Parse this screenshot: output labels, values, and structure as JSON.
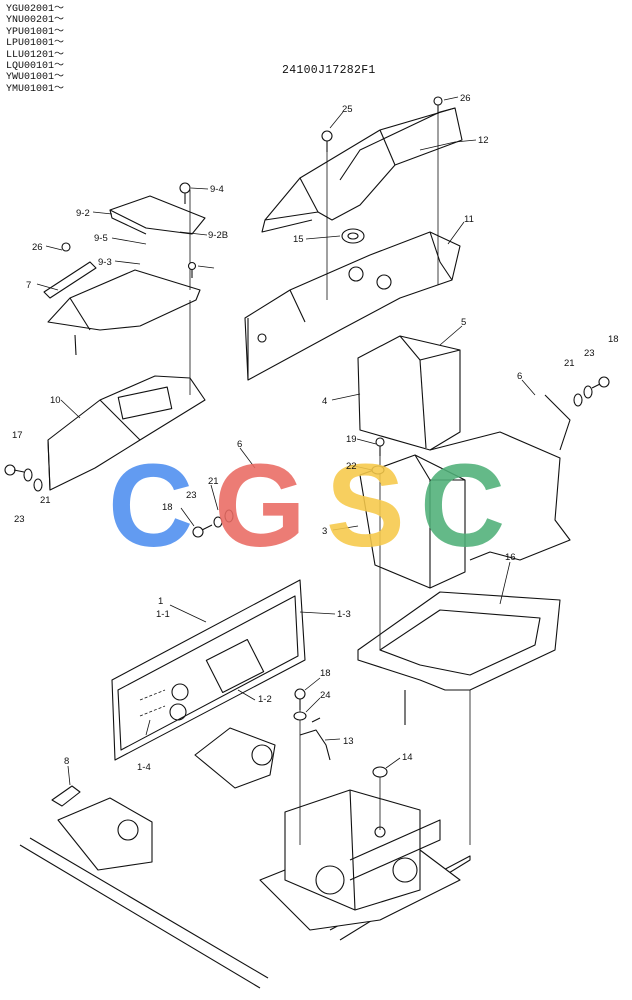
{
  "serials": [
    "YGU02001～",
    "YNU00201～",
    "YPU01001～",
    "LPU01001～",
    "LLU01201～",
    "LQU00101～",
    "YWU01001～",
    "YMU01001～"
  ],
  "drawing_code": "24100J17282F1",
  "watermark": {
    "letters": [
      "C",
      "G",
      "S",
      "C"
    ],
    "colors": [
      "#4d8ef0",
      "#ea6b63",
      "#f6c94a",
      "#4fb078"
    ]
  },
  "callouts": [
    "1",
    "1-1",
    "1-2",
    "1-3",
    "1-4",
    "3",
    "4",
    "5",
    "6",
    "6",
    "7",
    "8",
    "9-2",
    "9-2B",
    "9-3",
    "9-4",
    "9-5",
    "10",
    "11",
    "12",
    "13",
    "14",
    "15",
    "16",
    "17",
    "18",
    "18",
    "18",
    "19",
    "21",
    "21",
    "21",
    "22",
    "23",
    "23",
    "23",
    "24",
    "25",
    "26",
    "26"
  ]
}
